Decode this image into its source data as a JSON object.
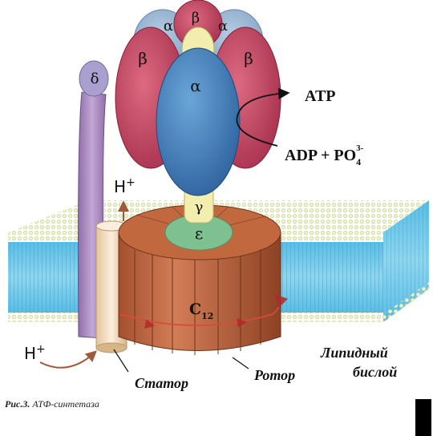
{
  "labels": {
    "alpha": "α",
    "beta": "β",
    "delta": "δ",
    "gamma": "γ",
    "epsilon": "ε",
    "c_main": "C",
    "c_sub": "12",
    "atp": "ATP",
    "adp": "ADP + PO",
    "adp_sub": "4",
    "adp_sup": "3-",
    "h_plus": "H",
    "plus": "+",
    "stator": "Статор",
    "rotor": "Ротор",
    "lipid_line1": "Липидный",
    "lipid_line2": "бислой"
  },
  "caption": {
    "prefix": "Рис.3.",
    "text": " АТФ-синтетаза"
  },
  "colors": {
    "beta": "#c4455f",
    "alpha_front": "#3f7db8",
    "alpha_back": "#8fb3d6",
    "stalk": "#f2efae",
    "epsilon": "#7fc090",
    "rotor": "#c5704c",
    "stator_arm": "#a98cc0",
    "stator_base": "#f1dcbe",
    "membrane": "#6ec8e8"
  }
}
